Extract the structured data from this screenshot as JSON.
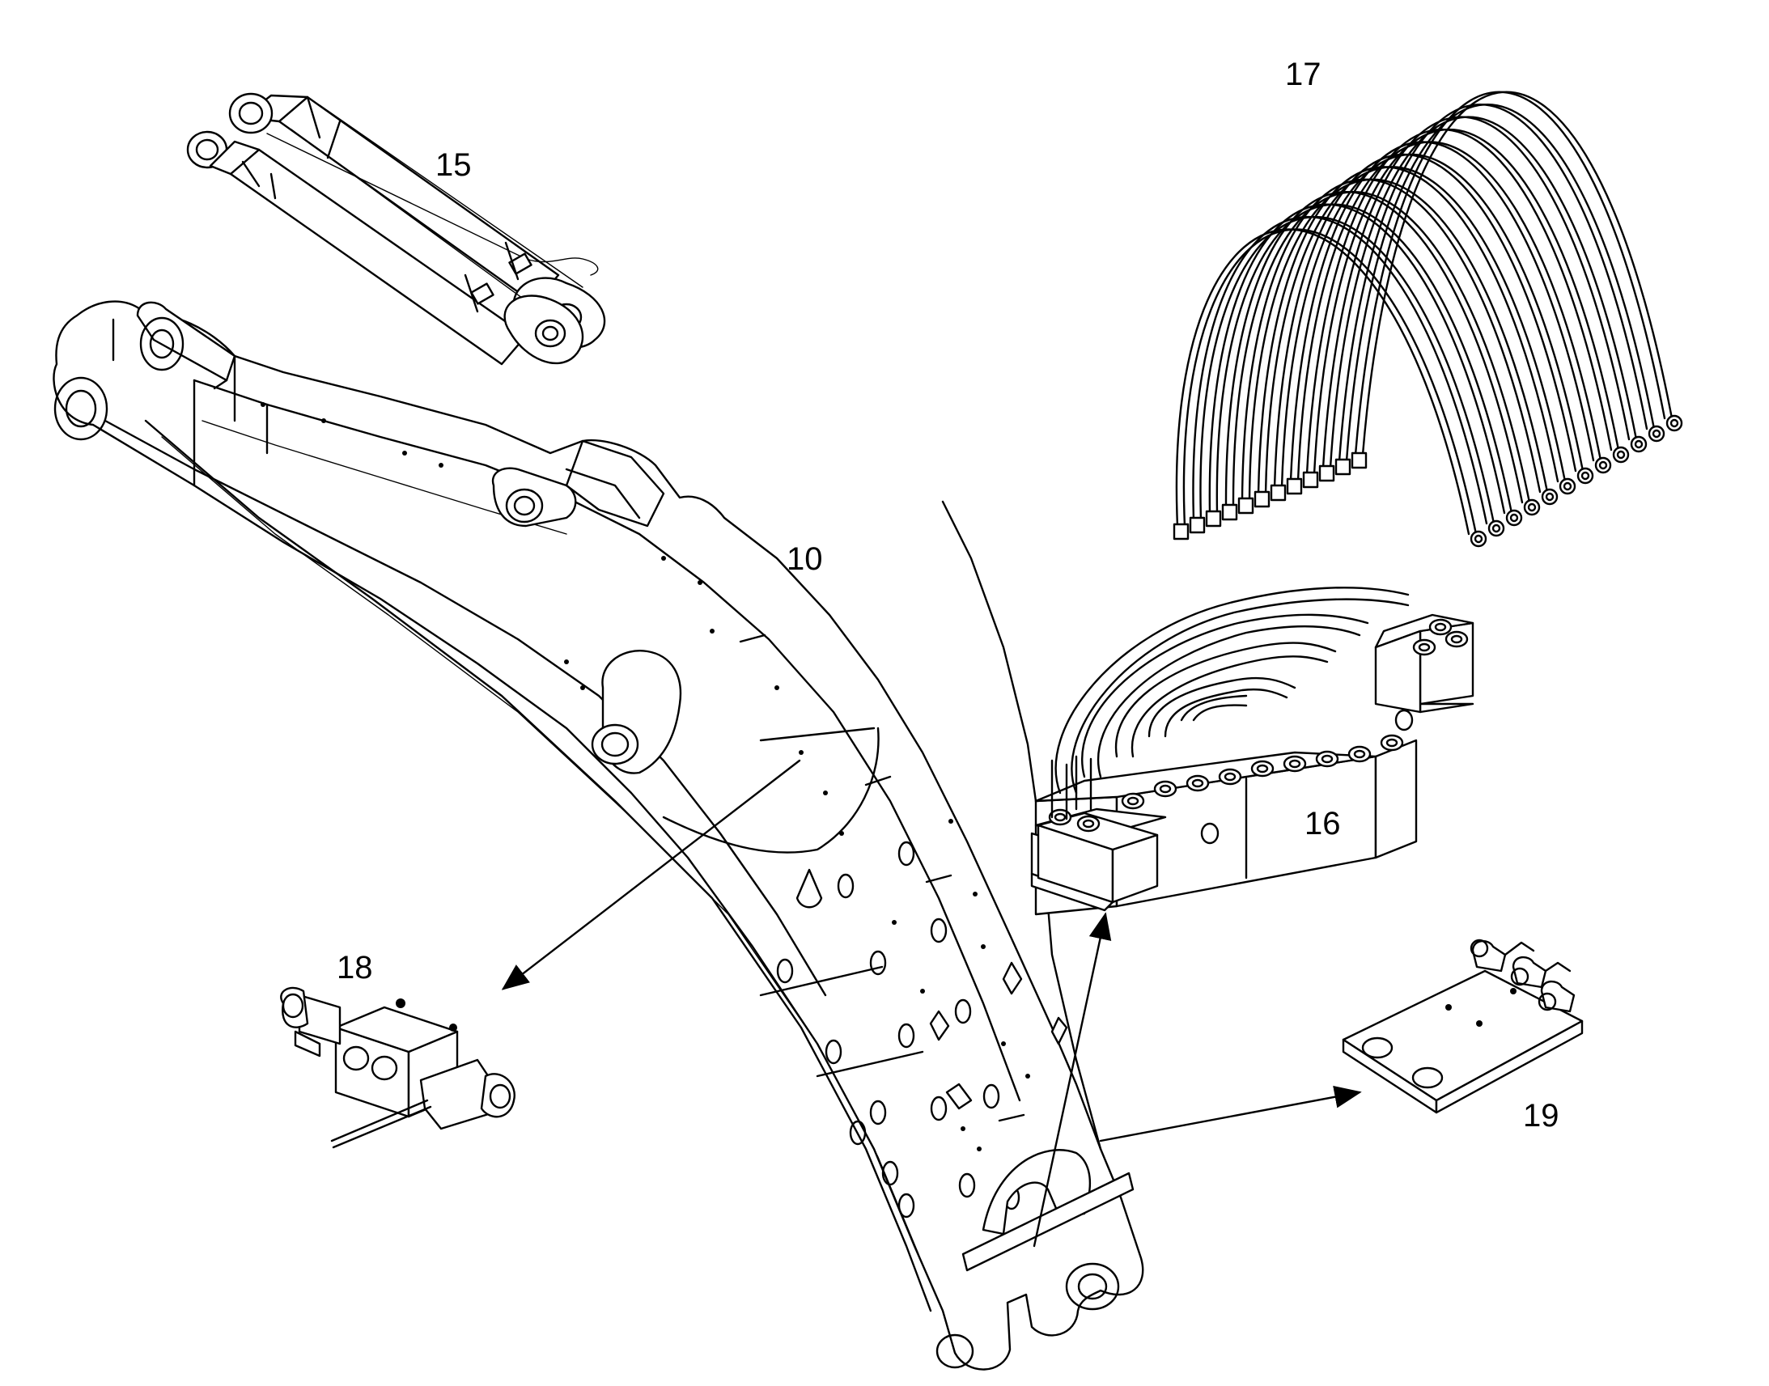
{
  "callouts": {
    "c10": "10",
    "c15": "15",
    "c16": "16",
    "c17": "17",
    "c18": "18",
    "c19": "19"
  },
  "parts": [
    {
      "id": "10",
      "name": "boom"
    },
    {
      "id": "15",
      "name": "hydraulic-cylinders"
    },
    {
      "id": "16",
      "name": "valve-block-assembly"
    },
    {
      "id": "17",
      "name": "hose-set"
    },
    {
      "id": "18",
      "name": "solenoid-valve"
    },
    {
      "id": "19",
      "name": "fitting-plate"
    }
  ],
  "colors": {
    "line": "#000000",
    "background": "#ffffff"
  }
}
